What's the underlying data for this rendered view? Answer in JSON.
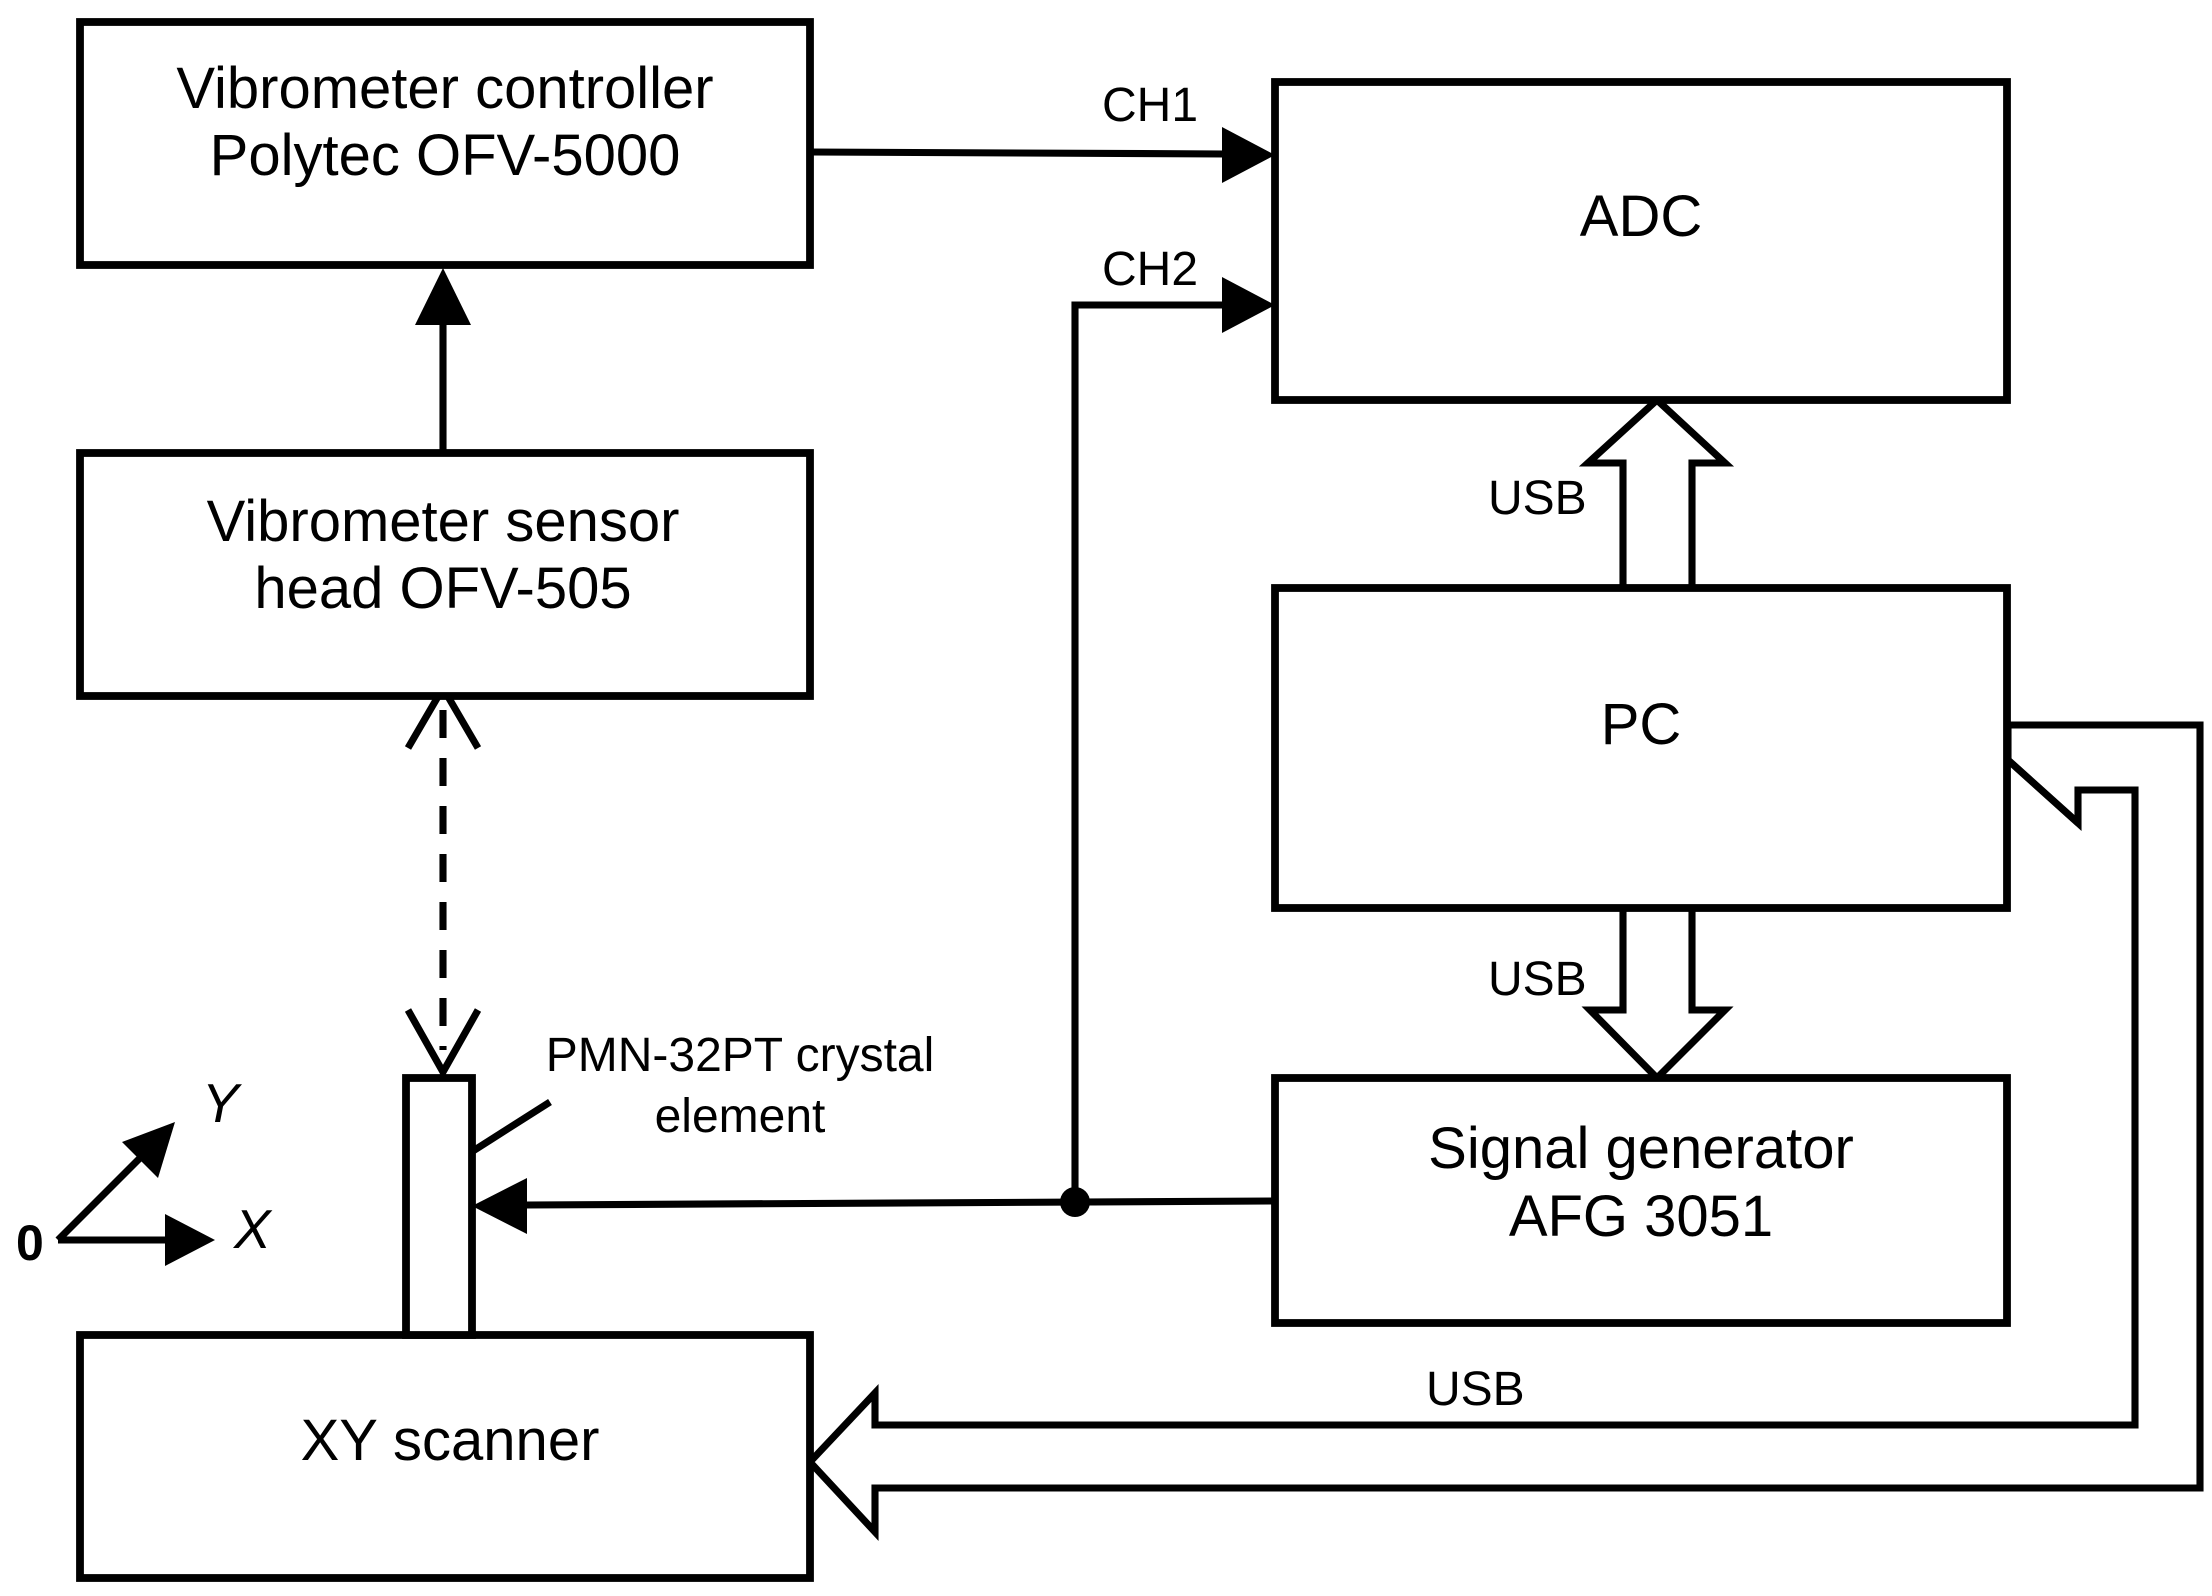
{
  "blocks": {
    "controller": {
      "line1": "Vibrometer  controller",
      "line2": "Polytec OFV-5000"
    },
    "sensor_head": {
      "line1": "Vibrometer  sensor",
      "line2": "head OFV-505"
    },
    "xy_scanner": {
      "label": "XY scanner"
    },
    "adc": {
      "label": "ADC"
    },
    "pc": {
      "label": "PC"
    },
    "signal_generator": {
      "line1": "Signal generator",
      "line2": "AFG 3051"
    }
  },
  "crystal": {
    "line1": "PMN-32PT crystal",
    "line2": "element"
  },
  "channels": {
    "ch1": "CH1",
    "ch2": "CH2"
  },
  "buses": {
    "adc_pc": "USB",
    "pc_generator": "USB",
    "scanner": "USB"
  },
  "axes": {
    "x": "X",
    "y": "Y",
    "origin": "0"
  }
}
